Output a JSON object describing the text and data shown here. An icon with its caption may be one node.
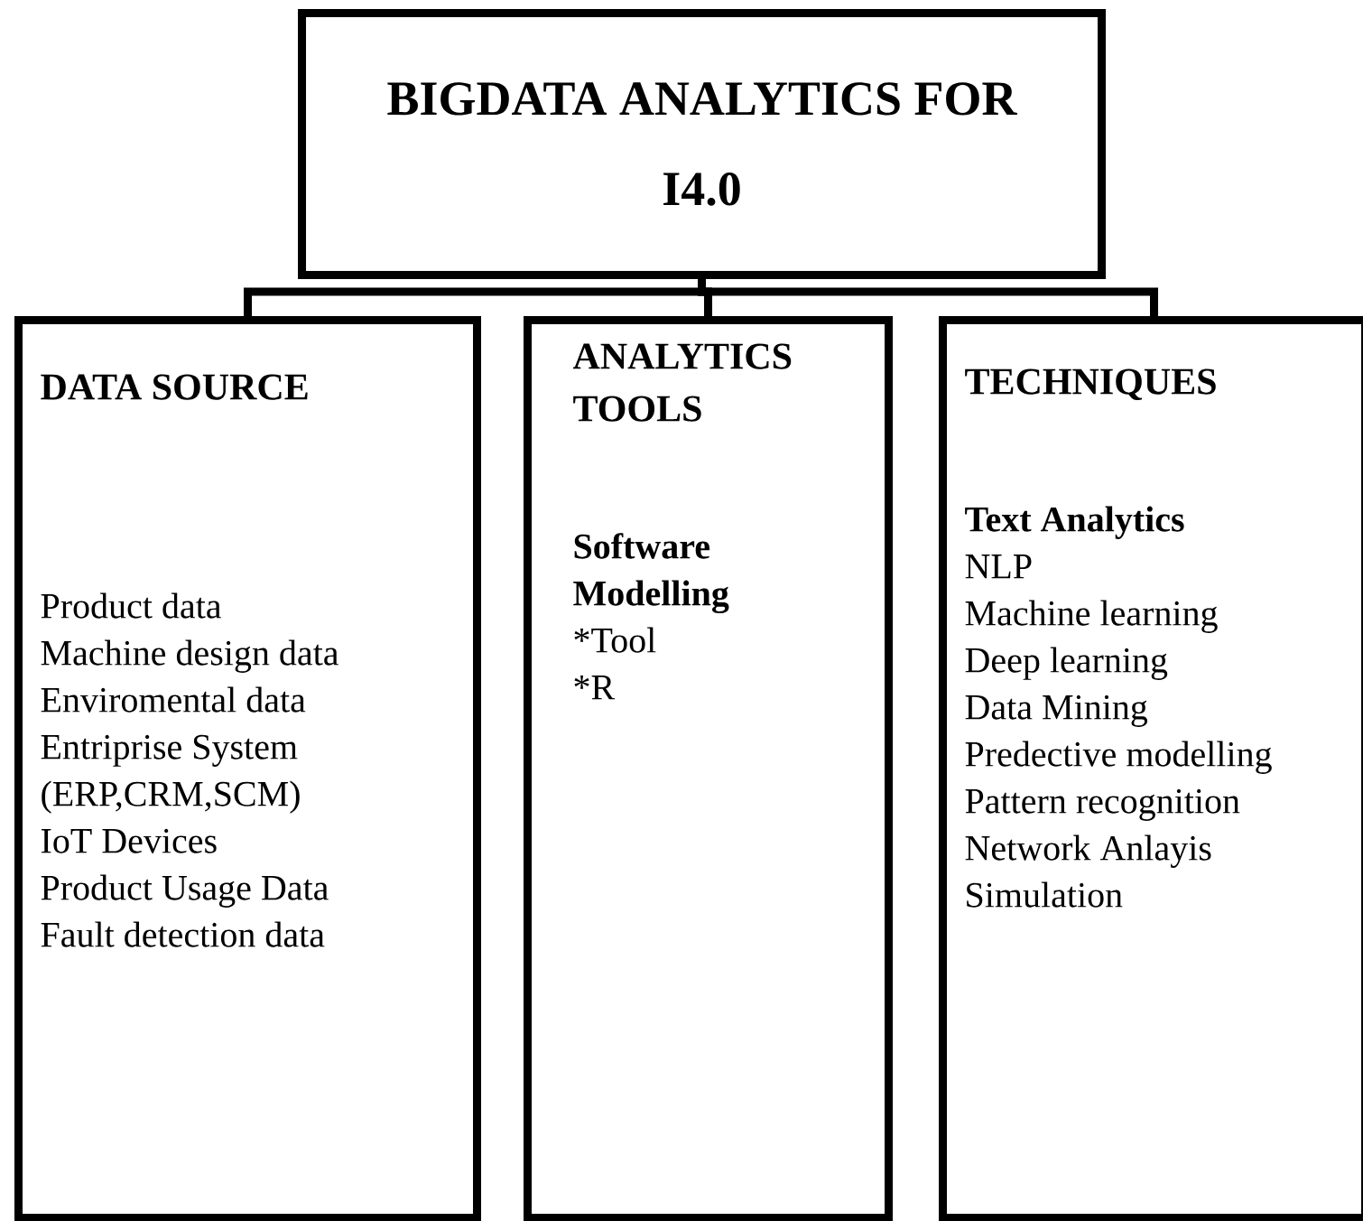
{
  "diagram": {
    "nodes": [
      {
        "text": [
          "BIGDATA ANALYTICS FOR I4.0"
        ]
      },
      {
        "text": [
          "DATA SOURCE",
          "Product data",
          "Machine design data",
          "Enviromental data",
          "Entriprise System (ERP,CRM,SCM)",
          "IoT Devices",
          "Product Usage Data",
          "Fault detection data"
        ]
      },
      {
        "text": [
          "ANALYTICS TOOLS",
          "**Software**",
          "**Modelling**",
          "*Tool",
          "*R"
        ]
      },
      {
        "text": [
          "TECHNIQUES",
          "**Text Analytics**",
          "NLP",
          "Machine learning",
          "Deep learning",
          "Data Mining",
          "Predective modelling",
          "Pattern recognition",
          "Network Anlayis",
          "Simulation"
        ]
      }
    ],
    "edges": [
      {
        "from": 0,
        "to": 1,
        "arrow": "none"
      },
      {
        "from": 0,
        "to": 2,
        "arrow": "none"
      },
      {
        "from": 0,
        "to": 3,
        "arrow": "none"
      }
    ]
  }
}
